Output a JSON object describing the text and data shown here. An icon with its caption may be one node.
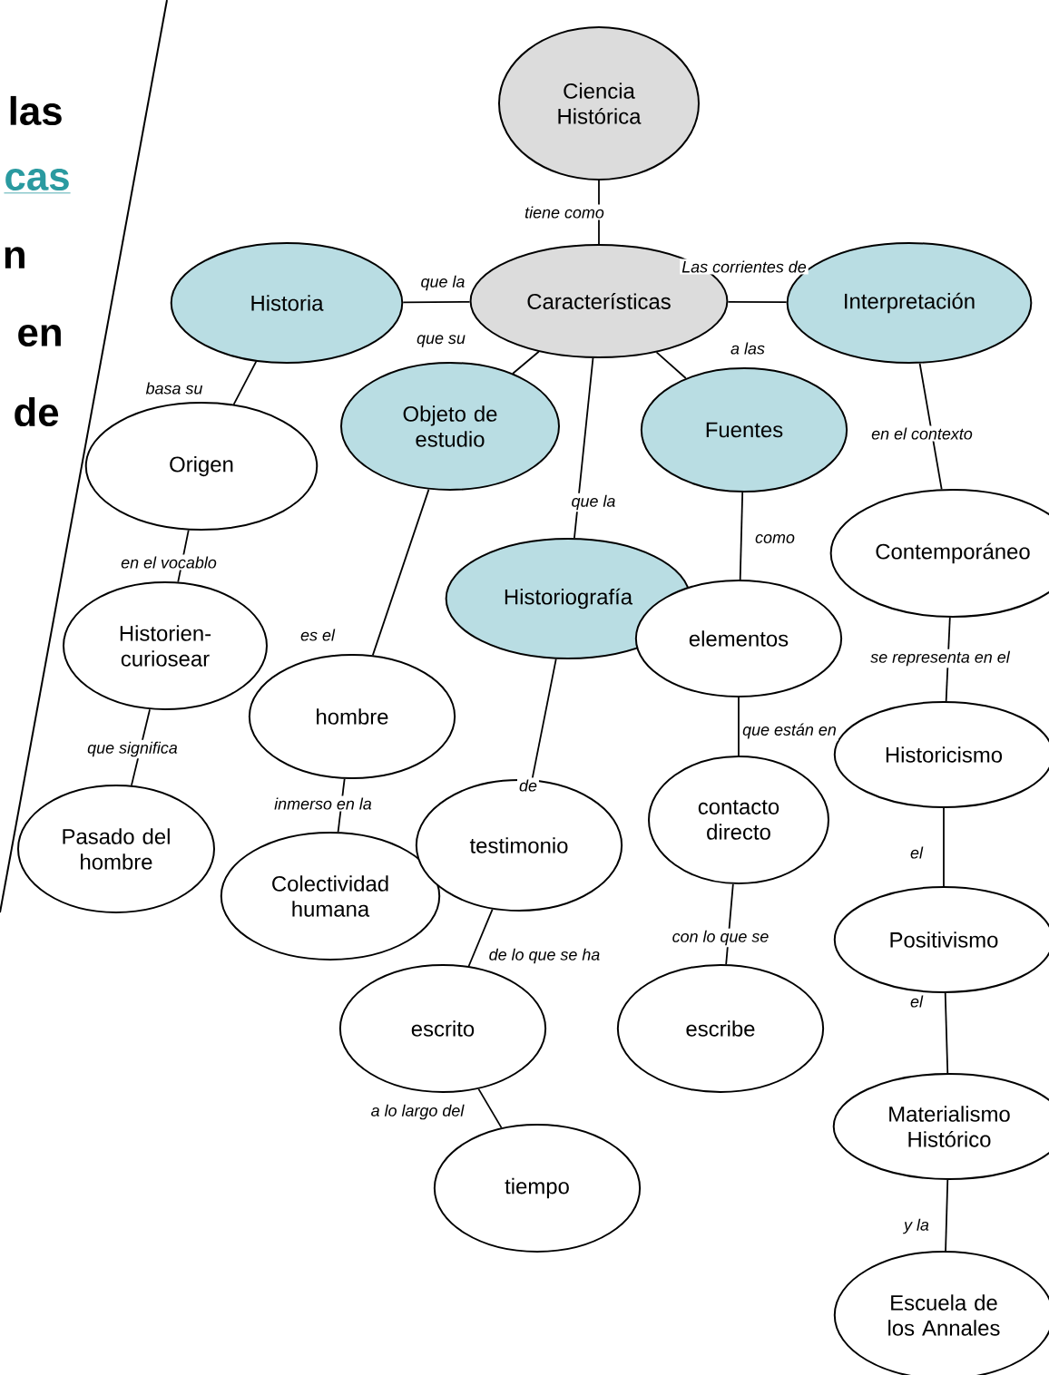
{
  "diagram": {
    "nodes": [
      {
        "text": [
          "Ciencia Histórica"
        ]
      },
      {
        "text": [
          "Características"
        ]
      },
      {
        "text": [
          "Historia"
        ]
      },
      {
        "text": [
          "Interpretación"
        ]
      },
      {
        "text": [
          "Objeto de estudio"
        ]
      },
      {
        "text": [
          "Fuentes"
        ]
      },
      {
        "text": [
          "Origen"
        ]
      },
      {
        "text": [
          "Historiografía"
        ]
      },
      {
        "text": [
          "elementos"
        ]
      },
      {
        "text": [
          "Contemporáneo"
        ]
      },
      {
        "text": [
          "Historien- curiosear"
        ]
      },
      {
        "text": [
          "hombre"
        ]
      },
      {
        "text": [
          "Historicismo"
        ]
      },
      {
        "text": [
          "Pasado del hombre"
        ]
      },
      {
        "text": [
          "Colectividad humana"
        ]
      },
      {
        "text": [
          "testimonio"
        ]
      },
      {
        "text": [
          "contacto directo"
        ]
      },
      {
        "text": [
          "Positivismo"
        ]
      },
      {
        "text": [
          "escrito"
        ]
      },
      {
        "text": [
          "escribe"
        ]
      },
      {
        "text": [
          "Materialismo Histórico"
        ]
      },
      {
        "text": [
          "tiempo"
        ]
      },
      {
        "text": [
          "Escuela de los Annales"
        ]
      }
    ],
    "edges": [
      {
        "from": 0,
        "to": 1,
        "arrow": "none",
        "label": "tiene como"
      },
      {
        "from": 1,
        "to": 2,
        "arrow": "none",
        "label": "que la"
      },
      {
        "from": 1,
        "to": 3,
        "arrow": "none",
        "label": "Las corrientes de"
      },
      {
        "from": 1,
        "to": 4,
        "arrow": "none",
        "label": "que su"
      },
      {
        "from": 1,
        "to": 5,
        "arrow": "none",
        "label": "a las"
      },
      {
        "from": 1,
        "to": 7,
        "arrow": "none",
        "label": "que la"
      },
      {
        "from": 2,
        "to": 6,
        "arrow": "none",
        "label": "basa su"
      },
      {
        "from": 3,
        "to": 9,
        "arrow": "none",
        "label": "en el contexto"
      },
      {
        "from": 5,
        "to": 8,
        "arrow": "none",
        "label": "como"
      },
      {
        "from": 6,
        "to": 10,
        "arrow": "none",
        "label": "en el vocablo"
      },
      {
        "from": 4,
        "to": 11,
        "arrow": "none",
        "label": "es el"
      },
      {
        "from": 7,
        "to": 15,
        "arrow": "none",
        "label": "de"
      },
      {
        "from": 9,
        "to": 12,
        "arrow": "none",
        "label": "se representa en el"
      },
      {
        "from": 10,
        "to": 13,
        "arrow": "none",
        "label": "que significa"
      },
      {
        "from": 11,
        "to": 14,
        "arrow": "none",
        "label": "inmerso en la"
      },
      {
        "from": 8,
        "to": 16,
        "arrow": "none",
        "label": "que están en"
      },
      {
        "from": 12,
        "to": 17,
        "arrow": "none",
        "label": "el"
      },
      {
        "from": 15,
        "to": 18,
        "arrow": "none",
        "label": "de lo que se ha"
      },
      {
        "from": 16,
        "to": 19,
        "arrow": "none",
        "label": "con lo que se"
      },
      {
        "from": 17,
        "to": 20,
        "arrow": "none",
        "label": "el"
      },
      {
        "from": 18,
        "to": 21,
        "arrow": "none",
        "label": "a lo largo del"
      },
      {
        "from": 20,
        "to": 22,
        "arrow": "none",
        "label": "y la"
      }
    ],
    "labels": [
      "las",
      "cas",
      "n",
      "en",
      "de"
    ]
  }
}
